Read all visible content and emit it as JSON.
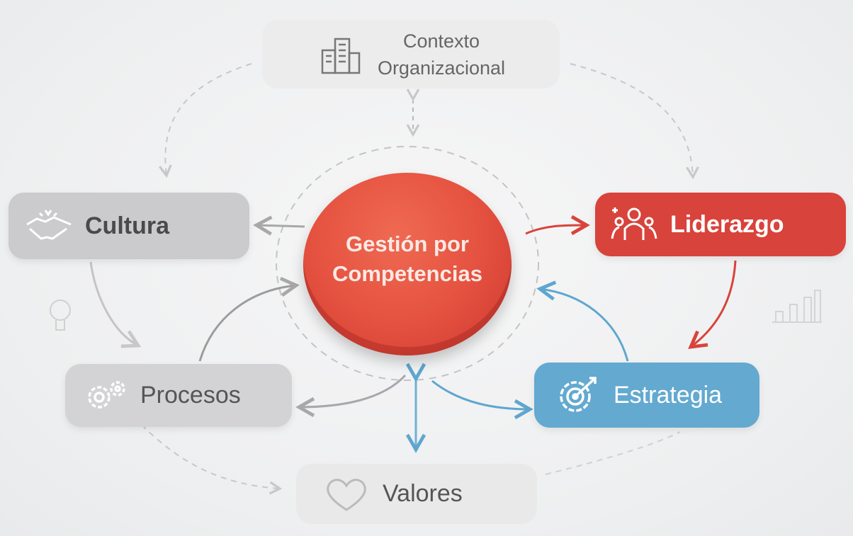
{
  "center": {
    "line1": "Gestión por",
    "line2": "Competencias"
  },
  "nodes": {
    "contexto": {
      "line1": "Contexto",
      "line2": "Organizacional"
    },
    "cultura": "Cultura",
    "liderazgo": "Liderazgo",
    "procesos": "Procesos",
    "estrategia": "Estrategia",
    "valores": "Valores"
  },
  "colors": {
    "center": "#e4503f",
    "liderazgo": "#d8433b",
    "estrategia": "#63a9d0",
    "gray": "#cbcbcd"
  }
}
